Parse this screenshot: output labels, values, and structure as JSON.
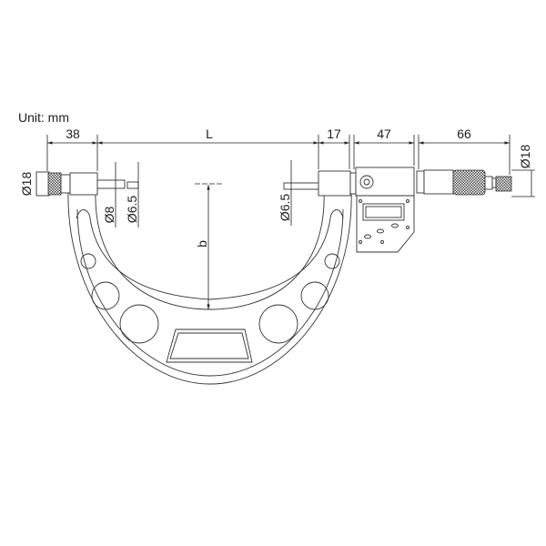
{
  "unit_label": "Unit: mm",
  "dimensions": {
    "head_length": "38",
    "span": "L",
    "anvil_offset": "17",
    "display_width": "47",
    "thimble_length": "66",
    "left_diameter": "Ø18",
    "right_diameter": "Ø18",
    "spindle_diameter": "Ø8",
    "left_tip_diameter": "Ø6.5",
    "right_tip_diameter": "Ø6.5",
    "throat_depth": "b"
  }
}
